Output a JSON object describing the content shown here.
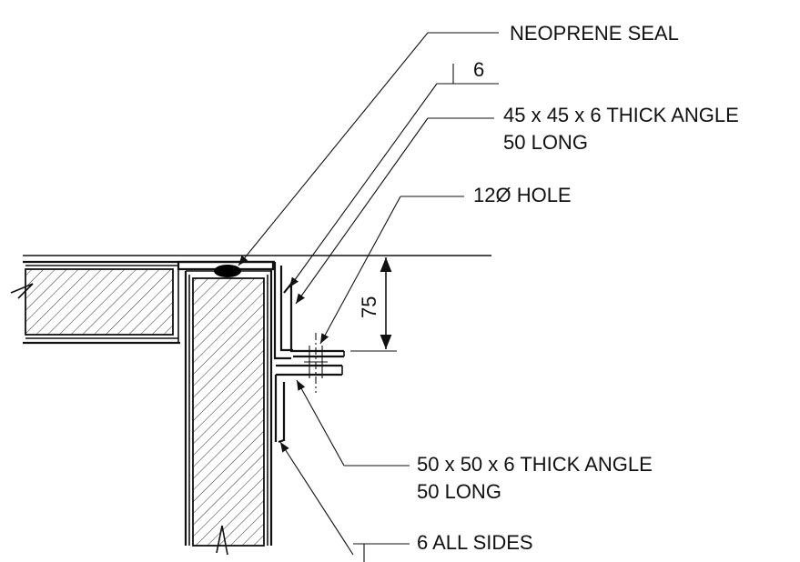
{
  "labels": {
    "neoprene_seal": "NEOPRENE SEAL",
    "weld_size": "6",
    "angle_top_line1": "45 x 45 x 6 THICK ANGLE",
    "angle_top_line2": "50 LONG",
    "hole": "12Ø HOLE",
    "dimension": "75",
    "angle_bottom_line1": "50 x 50 x 6 THICK ANGLE",
    "angle_bottom_line2": "50 LONG",
    "weld_all_sides": "6 ALL SIDES"
  },
  "colors": {
    "ink": "#111111",
    "paper": "#ffffff",
    "seal": "#000000"
  }
}
